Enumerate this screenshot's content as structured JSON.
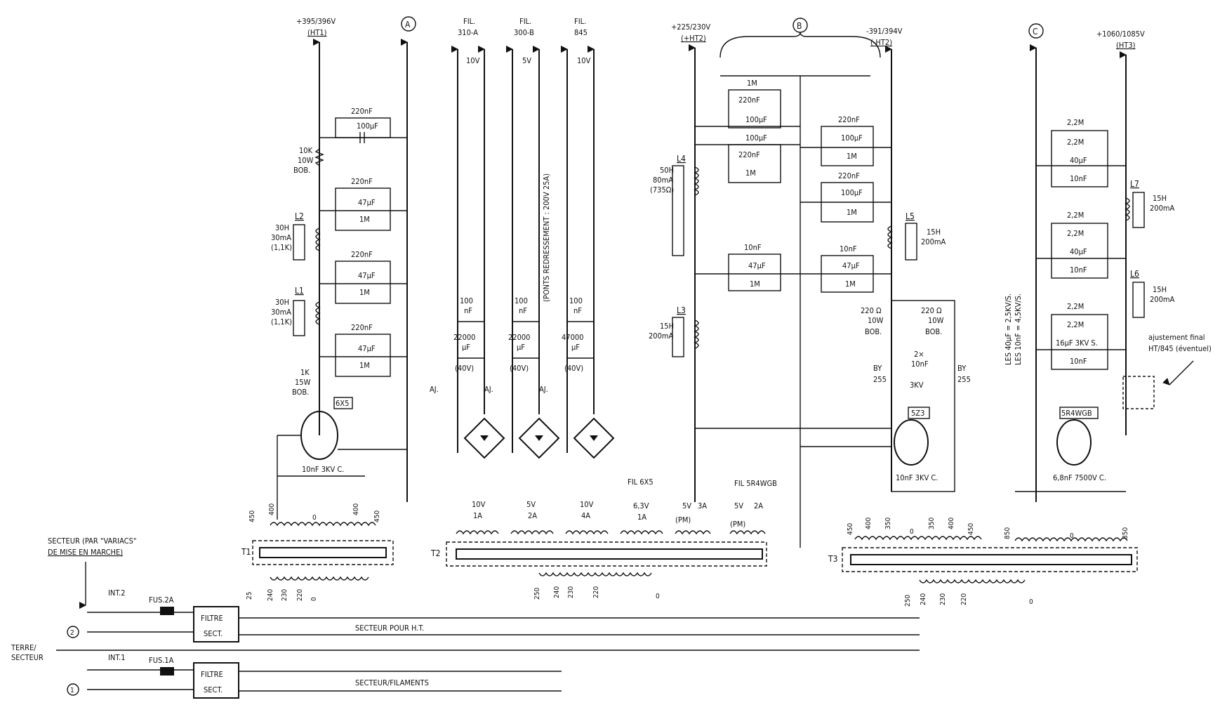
{
  "top": {
    "ht1": "+395/396V",
    "ht1_tag": "(HT1)",
    "a": "A",
    "fil1": [
      "FIL.",
      "310-A"
    ],
    "fil2": [
      "FIL.",
      "300-B"
    ],
    "fil3": [
      "FIL.",
      "845"
    ],
    "v1": "10V",
    "v2": "5V",
    "v3": "10V",
    "ht2": "+225/230V",
    "ht2_tag": "(+HT2)",
    "b": "B",
    "ht2n": "-391/394V",
    "ht2n_tag": "(-HT2)",
    "c": "C",
    "ht3": "+1060/1085V",
    "ht3_tag": "(HT3)"
  },
  "s1": {
    "rc": [
      "220nF",
      "100µF"
    ],
    "r1": [
      "10K",
      "10W",
      "BOB."
    ],
    "b2": [
      "220nF",
      "47µF",
      "1M"
    ],
    "b3": [
      "220nF",
      "47µF",
      "1M"
    ],
    "b4": [
      "220nF",
      "47µF",
      "1M"
    ],
    "l2": [
      "L2",
      "30H",
      "30mA",
      "(1,1K)"
    ],
    "l1": [
      "L1",
      "30H",
      "30mA",
      "(1,1K)"
    ],
    "r2": [
      "1K",
      "15W",
      "BOB."
    ],
    "tube": "6X5",
    "cap": "10nF 3KV C.",
    "taps": [
      "450",
      "400",
      "0",
      "400",
      "450"
    ]
  },
  "s2": {
    "c100": [
      "100",
      "nF"
    ],
    "c1": [
      "22000",
      "µF",
      "(40V)"
    ],
    "c2": [
      "22000",
      "µF",
      "(40V)"
    ],
    "c3": [
      "47000",
      "µF",
      "(40V)"
    ],
    "aj": "AJ.",
    "ponts": "(PONTS REDRESSEMENT : 200V 25A)",
    "w1": [
      "10V",
      "1A"
    ],
    "w2": [
      "5V",
      "2A"
    ],
    "w3": [
      "10V",
      "4A"
    ],
    "w4": [
      "FIL 6X5",
      "6,3V",
      "1A"
    ],
    "w5": [
      "5V",
      "3A",
      "(PM)"
    ],
    "w6": [
      "FIL 5R4WGB",
      "5V",
      "2A",
      "(PM)"
    ]
  },
  "s3": {
    "l4": [
      "L4",
      "50H",
      "80mA",
      "(735Ω)"
    ],
    "l3": [
      "L3",
      "15H",
      "200mA"
    ],
    "g1": [
      "1M",
      "220nF",
      "100µF"
    ],
    "g2": [
      "100µF",
      "220nF",
      "1M"
    ],
    "g3": [
      "220nF",
      "100µF",
      "1M"
    ],
    "g4": [
      "220nF",
      "100µF",
      "1M"
    ],
    "g5": [
      "10nF",
      "47µF",
      "1M"
    ],
    "g6": [
      "10nF",
      "47µF",
      "1M"
    ],
    "l5": [
      "L5",
      "15H",
      "200mA"
    ],
    "r220a": [
      "220 Ω",
      "10W",
      "BOB."
    ],
    "r220b": [
      "220 Ω",
      "10W",
      "BOB."
    ],
    "by1": [
      "BY",
      "255"
    ],
    "by2": [
      "BY",
      "255"
    ],
    "cc": [
      "2×",
      "10nF",
      "3KV"
    ],
    "tube": "5Z3",
    "cap": "10nF 3KV C.",
    "taps": [
      "450",
      "400",
      "350",
      "0",
      "350",
      "400",
      "450"
    ]
  },
  "s4": {
    "g1": [
      "2,2M",
      "2,2M",
      "40µF",
      "10nF"
    ],
    "g2": [
      "2,2M",
      "2,2M",
      "40µF",
      "10nF"
    ],
    "g3": [
      "2,2M",
      "2,2M",
      "16µF 3KV S.",
      "10nF"
    ],
    "l7": [
      "L7",
      "15H",
      "200mA"
    ],
    "l6": [
      "L6",
      "15H",
      "200mA"
    ],
    "note": [
      "LES 40µF = 2,5KV/S.",
      "LES 10nF = 4,5KV/S."
    ],
    "aj": [
      "ajustement final",
      "HT/845 (éventuel)"
    ],
    "tube": "5R4WGB",
    "cap": "6,8nF 7500V C.",
    "taps": [
      "850",
      "0",
      "850"
    ]
  },
  "tr": {
    "t1": "T1",
    "t2": "T2",
    "t3": "T3",
    "prim": [
      "25",
      "240",
      "230",
      "220",
      "0"
    ],
    "prim2": [
      "250",
      "240",
      "230",
      "220",
      "0"
    ],
    "prim3": [
      "250",
      "240",
      "230",
      "220",
      "0"
    ]
  },
  "mains": {
    "title": [
      "SECTEUR (PAR \"VARIACS\"",
      "DE MISE EN MARCHE)"
    ],
    "int2": "INT.2",
    "fus2": "FUS.2A",
    "int1": "INT.1",
    "fus1": "FUS.1A",
    "filtre": [
      "FILTRE",
      "SECT."
    ],
    "ht": "SECTEUR POUR H.T.",
    "fil": "SECTEUR/FILAMENTS",
    "terre": [
      "TERRE/",
      "SECTEUR"
    ],
    "n2": "2",
    "n1": "1"
  }
}
